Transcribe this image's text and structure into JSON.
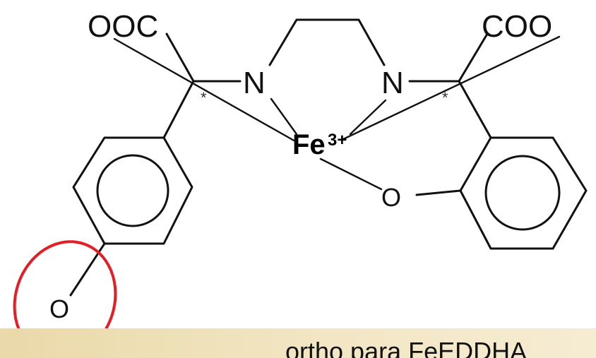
{
  "labels": {
    "carboxylate_left": "OOC",
    "carboxylate_right": "COO",
    "nitrogen_left": "N",
    "nitrogen_right": "N",
    "metal": "Fe",
    "metal_charge": "3+",
    "oxygen_right": "O",
    "oxygen_left": "O",
    "stereo_left": "*",
    "stereo_right": "*"
  },
  "caption": {
    "text": "ortho para FeEDDHA"
  },
  "colors": {
    "highlight": "#e41e26",
    "caption_band": "#ead9a9",
    "ink": "#111111"
  }
}
